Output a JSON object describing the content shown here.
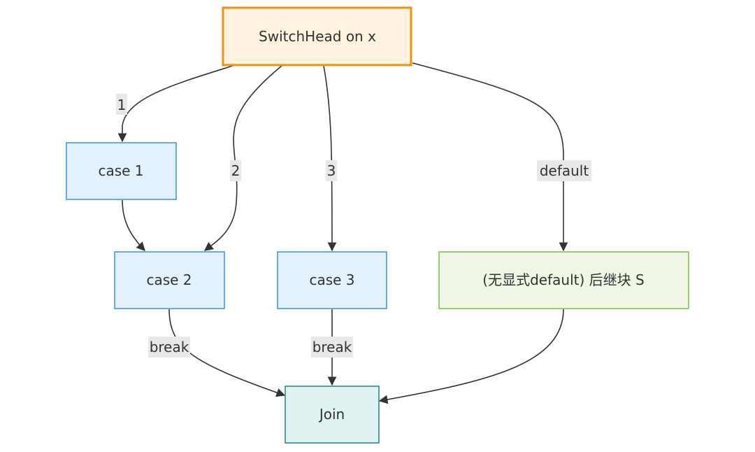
{
  "nodes": {
    "switch_head": {
      "label": "SwitchHead on x",
      "fill": "#fff2df",
      "stroke": "#f0920e"
    },
    "case1": {
      "label": "case 1",
      "fill": "#e3f1fc",
      "stroke": "#3d8fd8"
    },
    "case2": {
      "label": "case 2",
      "fill": "#e3f1fc",
      "stroke": "#3d8fd8"
    },
    "case3": {
      "label": "case 3",
      "fill": "#e3f1fc",
      "stroke": "#3d8fd8"
    },
    "successor": {
      "label": "(无显式default) 后继块 S",
      "fill": "#eff6e6",
      "stroke": "#7dbb4a"
    },
    "join": {
      "label": "Join",
      "fill": "#e0f2f1",
      "stroke": "#1a877f"
    }
  },
  "edge_labels": {
    "to_case1": "1",
    "to_case2": "2",
    "to_case3": "3",
    "to_default": "default",
    "case2_break": "break",
    "case3_break": "break"
  },
  "colors": {
    "edge": "#333333",
    "label_bg": "#e8e8e8"
  }
}
